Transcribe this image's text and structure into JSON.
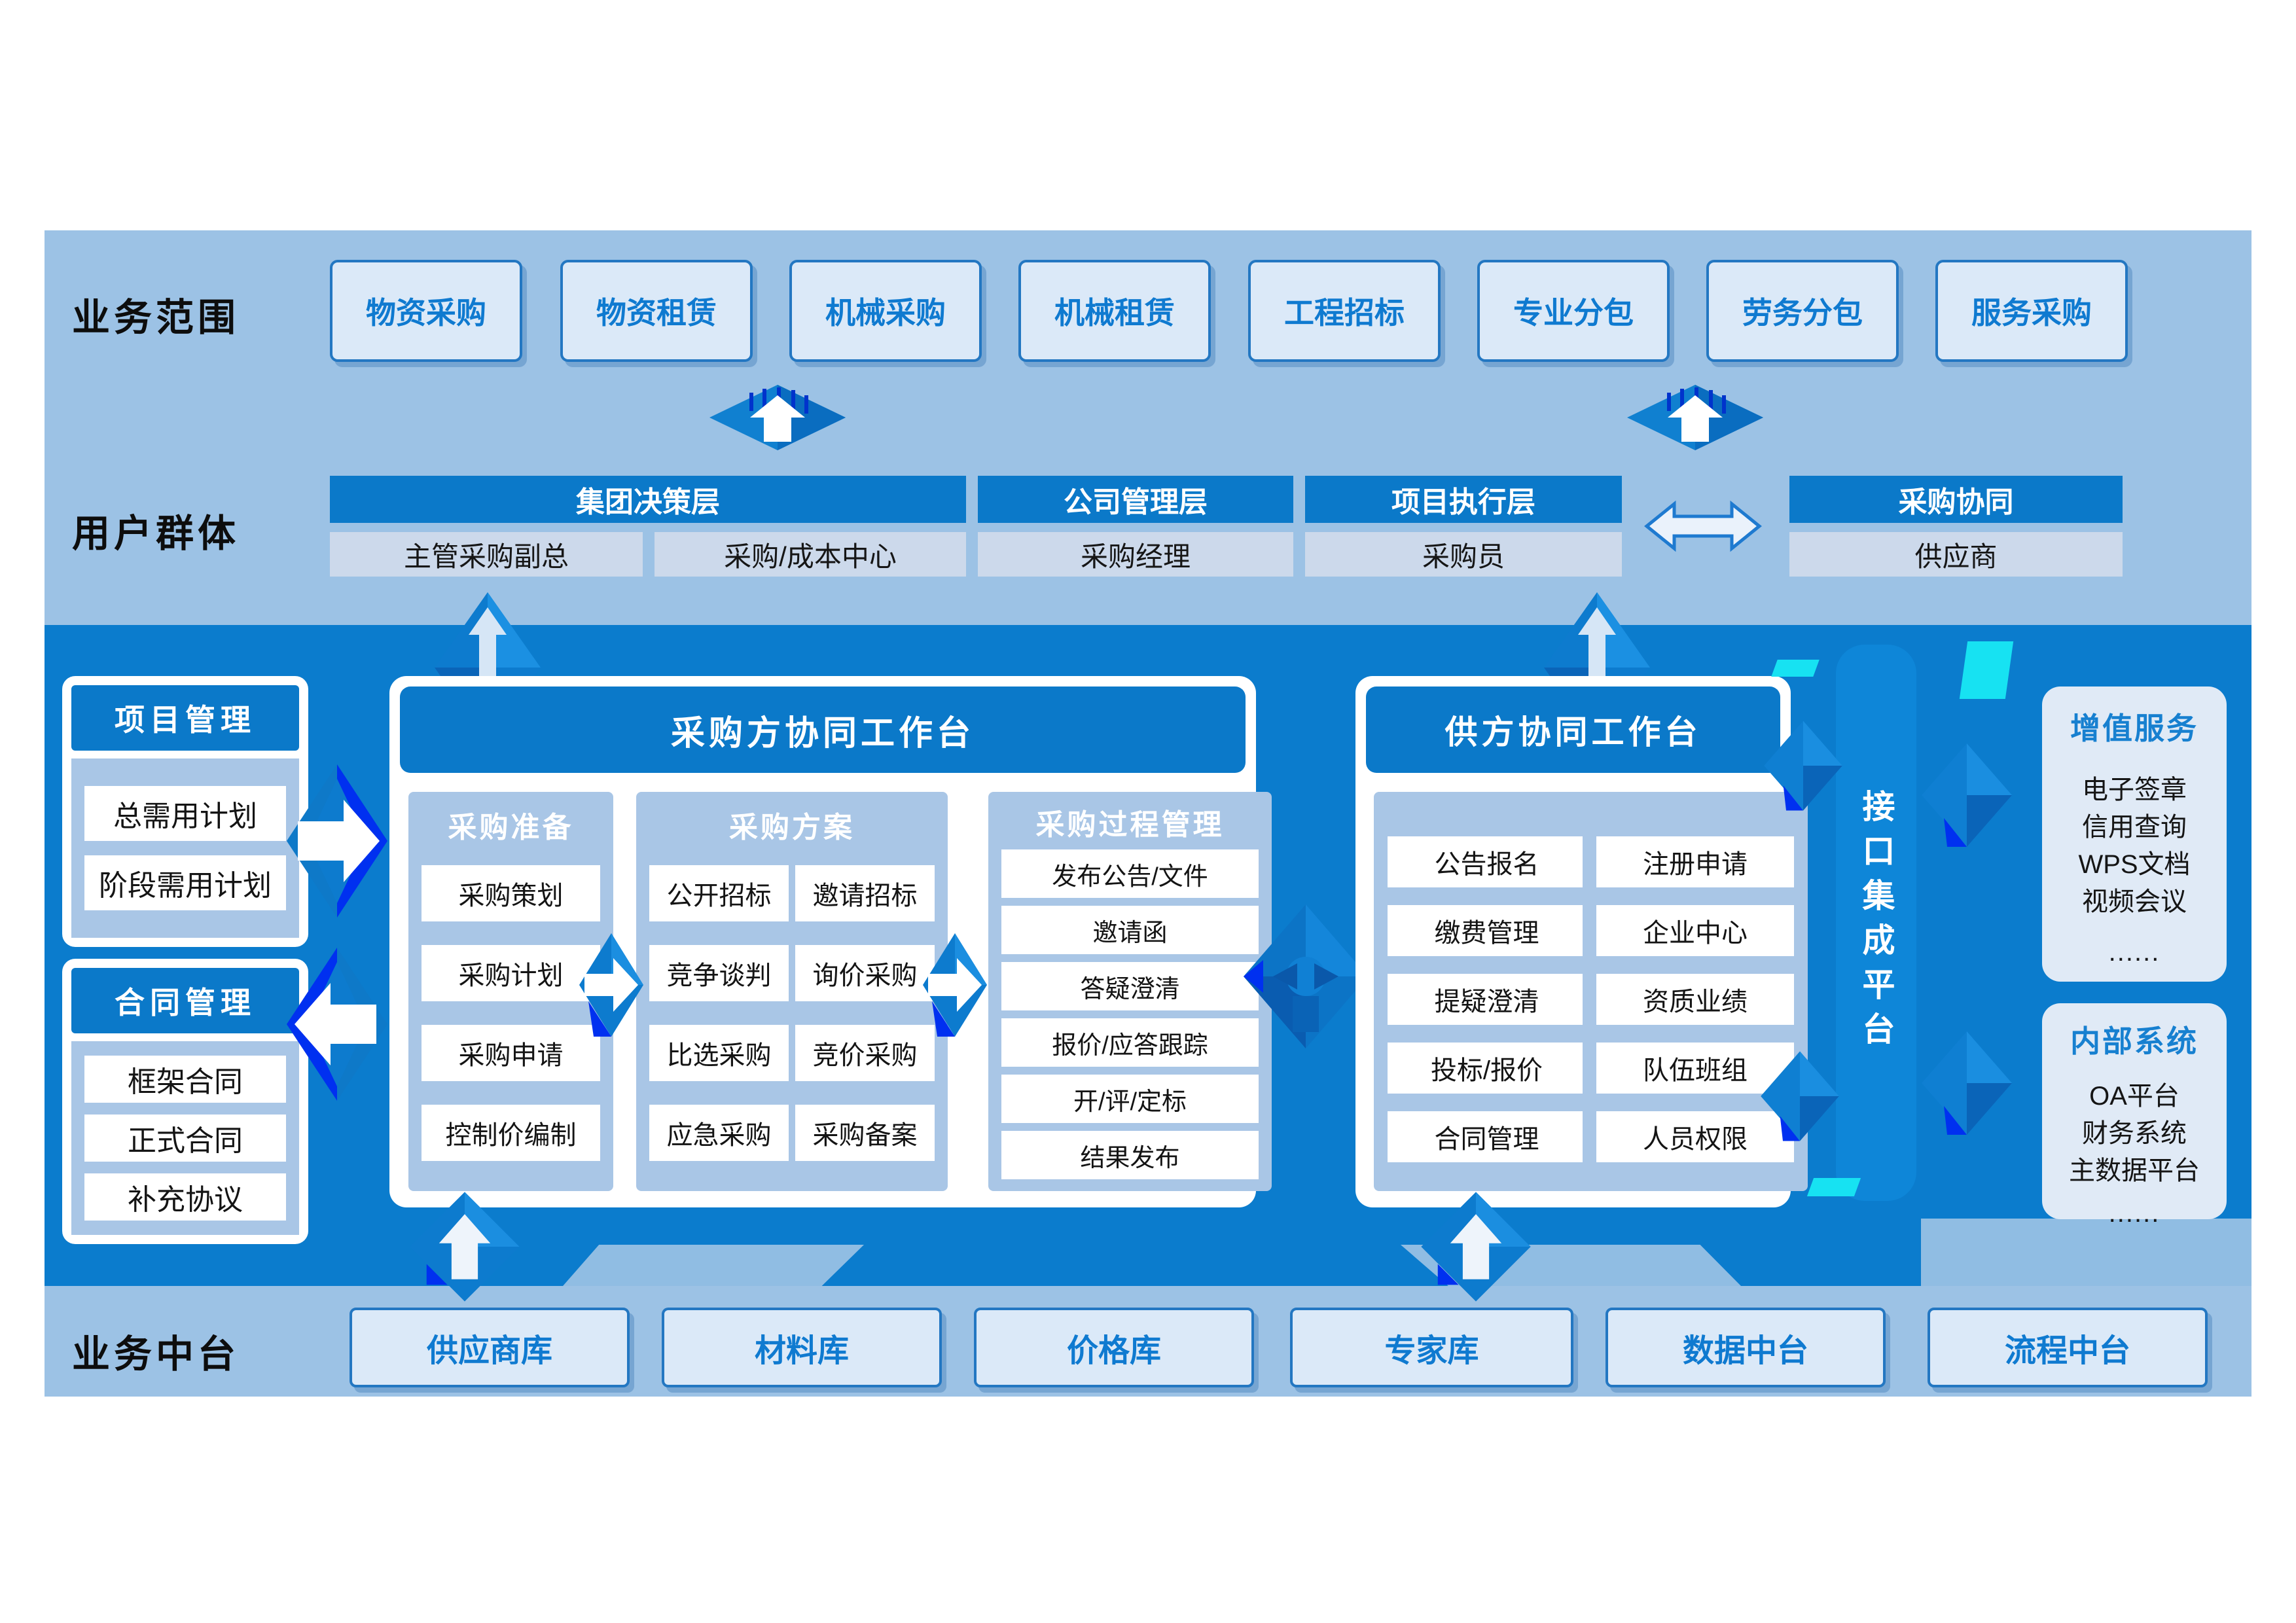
{
  "colors": {
    "page_bg": "#ffffff",
    "panel_light": "#9cc2e5",
    "band_blue": "#0b7ccd",
    "header_blue": "#0b79c9",
    "sub_panel_blue": "#a9c6e6",
    "member_cell": "#ccd9eb",
    "button_fill": "#dbe9f8",
    "button_border": "#2377c2",
    "button_text": "#0f7ad0",
    "accent_bright_blue": "#0030f0",
    "accent_cyan": "#17e2f2"
  },
  "business_scope": {
    "label": "业务范围",
    "items": [
      "物资采购",
      "物资租赁",
      "机械采购",
      "机械租赁",
      "工程招标",
      "专业分包",
      "劳务分包",
      "服务采购"
    ]
  },
  "user_groups": {
    "label": "用户群体",
    "groups": [
      {
        "header": "集团决策层",
        "members": [
          "主管采购副总",
          "采购/成本中心"
        ]
      },
      {
        "header": "公司管理层",
        "members": [
          "采购经理"
        ]
      },
      {
        "header": "项目执行层",
        "members": [
          "采购员"
        ]
      },
      {
        "header": "采购协同",
        "members": [
          "供应商"
        ]
      }
    ]
  },
  "project_mgmt": {
    "title": "项目管理",
    "items": [
      "总需用计划",
      "阶段需用计划"
    ]
  },
  "contract_mgmt": {
    "title": "合同管理",
    "items": [
      "框架合同",
      "正式合同",
      "补充协议"
    ]
  },
  "buyer_workbench": {
    "title": "采购方协同工作台",
    "prep": {
      "title": "采购准备",
      "items": [
        "采购策划",
        "采购计划",
        "采购申请",
        "控制价编制"
      ]
    },
    "plan": {
      "title": "采购方案",
      "col1": [
        "公开招标",
        "竞争谈判",
        "比选采购",
        "应急采购"
      ],
      "col2": [
        "邀请招标",
        "询价采购",
        "竞价采购",
        "采购备案"
      ]
    },
    "process": {
      "title": "采购过程管理",
      "items": [
        "发布公告/文件",
        "邀请函",
        "答疑澄清",
        "报价/应答跟踪",
        "开/评/定标",
        "结果发布"
      ]
    }
  },
  "supplier_workbench": {
    "title": "供方协同工作台",
    "col1": [
      "公告报名",
      "缴费管理",
      "提疑澄清",
      "投标/报价",
      "合同管理"
    ],
    "col2": [
      "注册申请",
      "企业中心",
      "资质业绩",
      "队伍班组",
      "人员权限"
    ]
  },
  "integration": {
    "title": "接口集成平台"
  },
  "value_added": {
    "title": "增值服务",
    "items": [
      "电子签章",
      "信用查询",
      "WPS文档",
      "视频会议",
      "......"
    ]
  },
  "internal_systems": {
    "title": "内部系统",
    "items": [
      "OA平台",
      "财务系统",
      "主数据平台",
      "......"
    ]
  },
  "business_platform": {
    "label": "业务中台",
    "items": [
      "供应商库",
      "材料库",
      "价格库",
      "专家库",
      "数据中台",
      "流程中台"
    ]
  }
}
